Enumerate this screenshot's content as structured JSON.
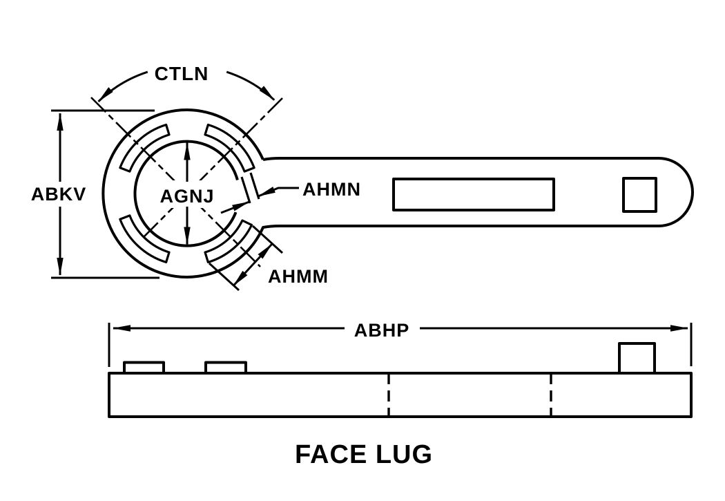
{
  "drawing": {
    "type": "engineering-drawing",
    "title": "FACE LUG",
    "labels": {
      "ctln": "CTLN",
      "abkv": "ABKV",
      "agnj": "AGNJ",
      "ahmn": "AHMN",
      "ahmm": "AHMM",
      "abhp": "ABHP"
    },
    "colors": {
      "line": "#000000",
      "background": "#ffffff"
    }
  }
}
